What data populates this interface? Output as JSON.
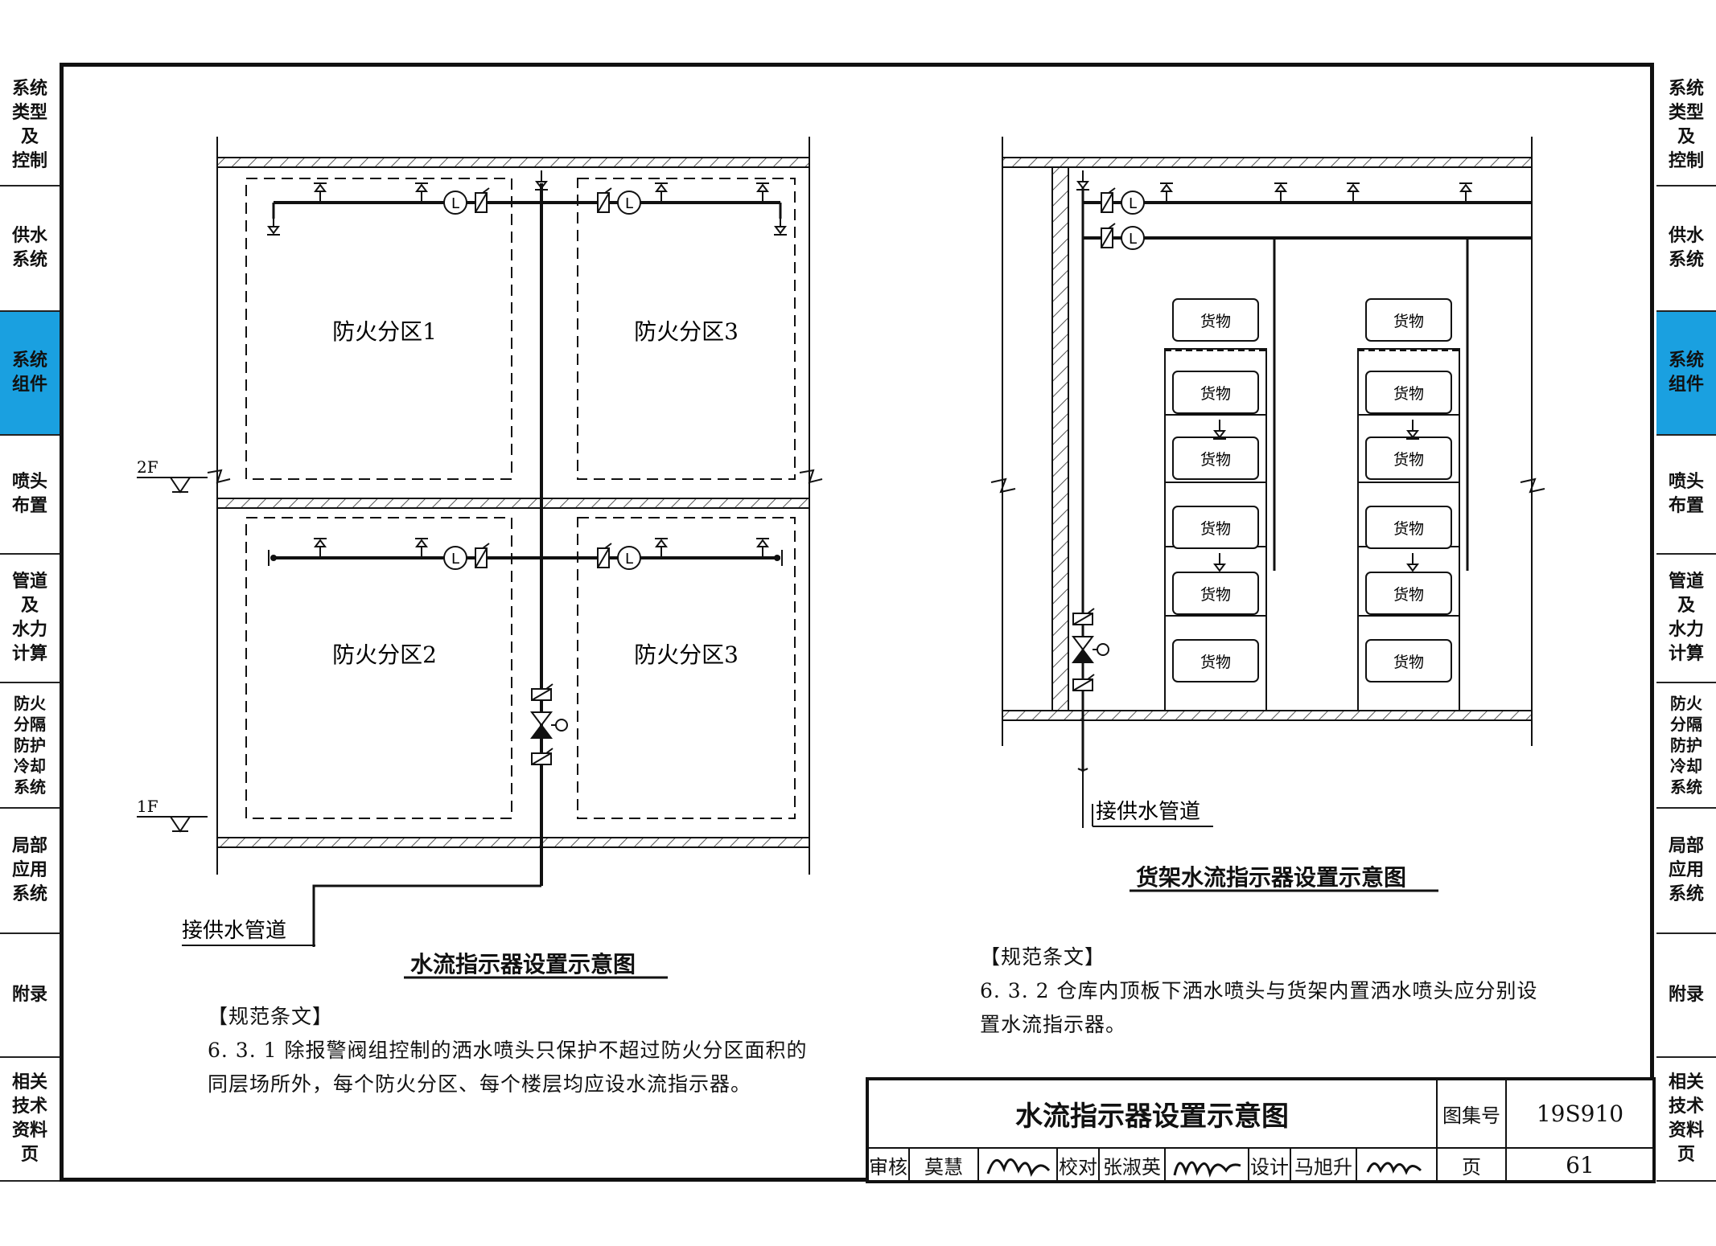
{
  "sidebar_left": [
    {
      "label": "系统\n类型\n及\n控制"
    },
    {
      "label": "供水\n系统"
    },
    {
      "label": "系统\n组件",
      "active": true
    },
    {
      "label": "喷头\n布置"
    },
    {
      "label": "管道\n及\n水力\n计算"
    },
    {
      "label": "防火\n分隔\n防护\n冷却\n系统"
    },
    {
      "label": "局部\n应用\n系统"
    },
    {
      "label": "附录"
    },
    {
      "label": "相关\n技术\n资料\n页"
    }
  ],
  "colors": {
    "accent": "#1aa0e0",
    "line": "#111111"
  },
  "left_diagram": {
    "zones": [
      "防火分区1",
      "防火分区3",
      "防火分区2",
      "防火分区3"
    ],
    "level_2f": "2F",
    "level_1f": "1F",
    "supply_label": "接供水管道",
    "caption": "水流指示器设置示意图"
  },
  "right_diagram": {
    "cargo_label": "货物",
    "supply_label": "接供水管道",
    "caption": "货架水流指示器设置示意图"
  },
  "notes": {
    "left_heading": "【规范条文】",
    "left_line1": "6. 3. 1  除报警阀组控制的洒水喷头只保护不超过防火分区面积的",
    "left_line2": "同层场所外，每个防火分区、每个楼层均应设水流指示器。",
    "right_heading": "【规范条文】",
    "right_line1": "6. 3. 2  仓库内顶板下洒水喷头与货架内置洒水喷头应分别设",
    "right_line2": "置水流指示器。"
  },
  "title_block": {
    "title": "水流指示器设置示意图",
    "atlas_label": "图集号",
    "atlas_no": "19S910",
    "review_label": "审核",
    "reviewer": "莫慧",
    "check_label": "校对",
    "checker": "张淑英",
    "design_label": "设计",
    "designer": "马旭升",
    "page_label": "页",
    "page_no": "61"
  }
}
